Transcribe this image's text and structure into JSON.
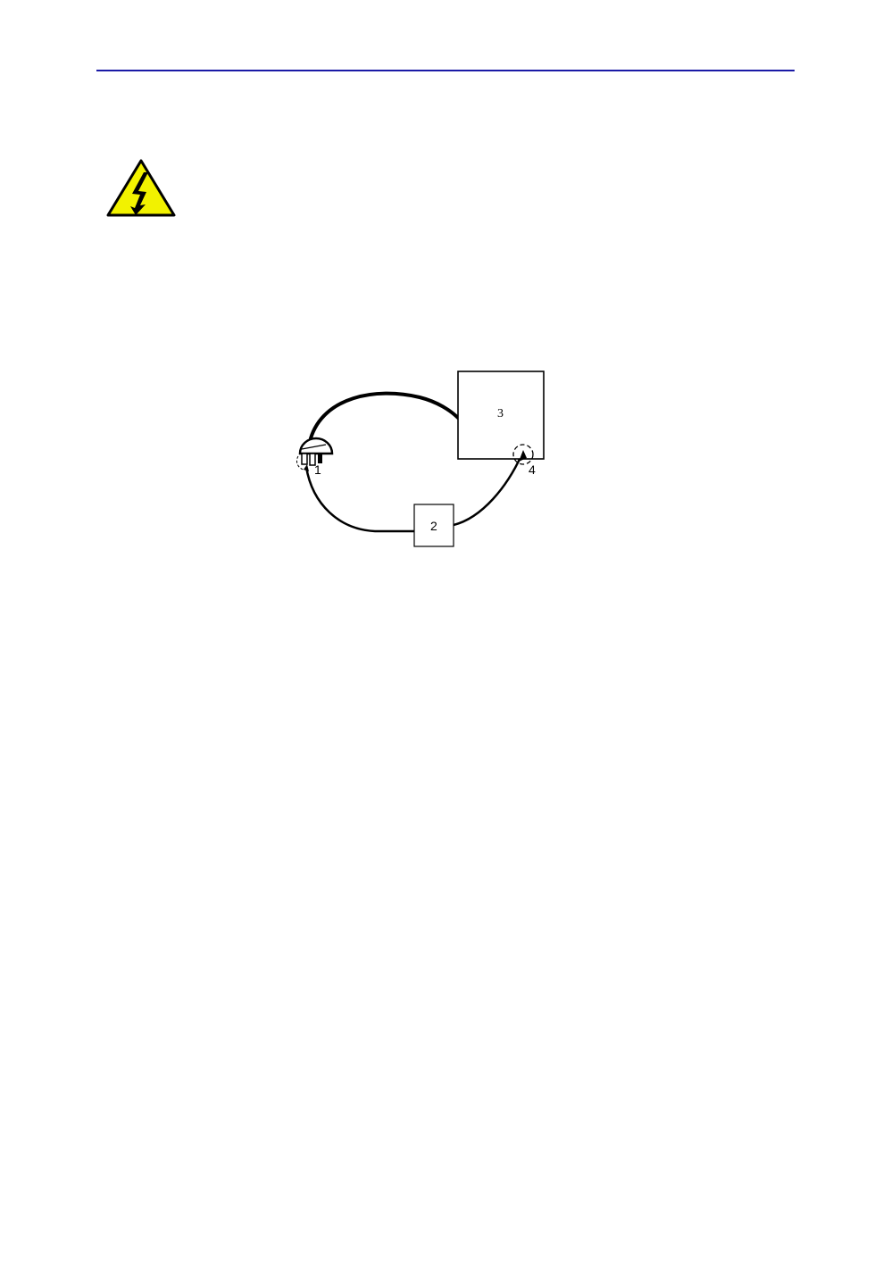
{
  "header": {
    "rule_color": "#1a1aa6"
  },
  "warning": {
    "icon": "electrical-hazard-icon",
    "fill_color": "#f2f200"
  },
  "diagram": {
    "labels": {
      "item1": "1",
      "item2": "2",
      "item3": "3",
      "item4": "4"
    }
  }
}
